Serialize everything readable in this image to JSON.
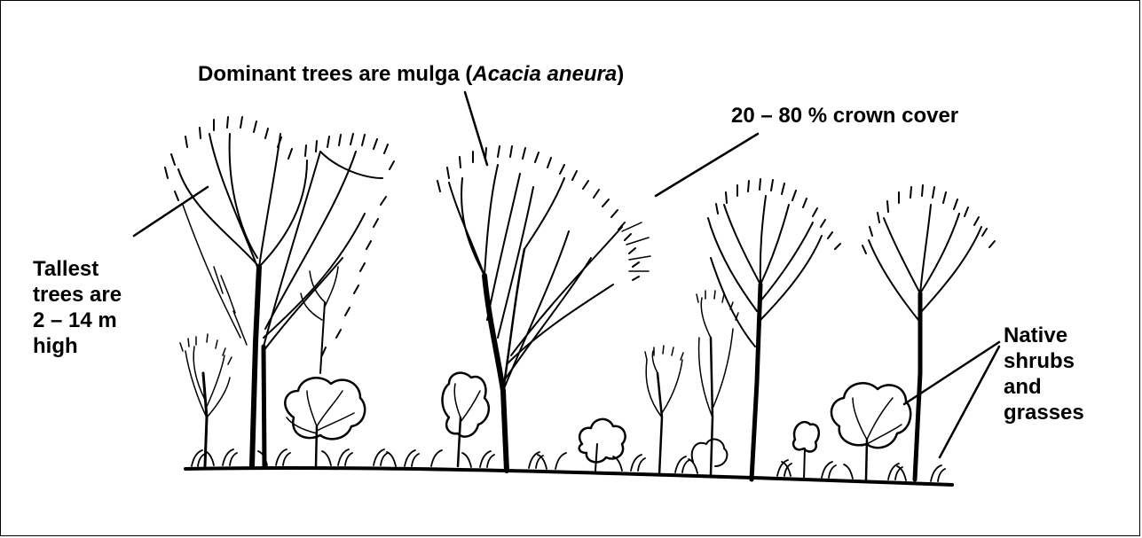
{
  "labels": {
    "dominant": {
      "prefix": "Dominant trees are mulga (",
      "species": "Acacia aneura",
      "suffix": ")"
    },
    "crown_cover": "20 – 80 % crown cover",
    "tallest": [
      "Tallest",
      "trees are",
      "2 – 14 m",
      "high"
    ],
    "shrubs": [
      "Native",
      "shrubs",
      "and",
      "grasses"
    ]
  },
  "colors": {
    "ink": "#000000",
    "background": "#ffffff"
  }
}
